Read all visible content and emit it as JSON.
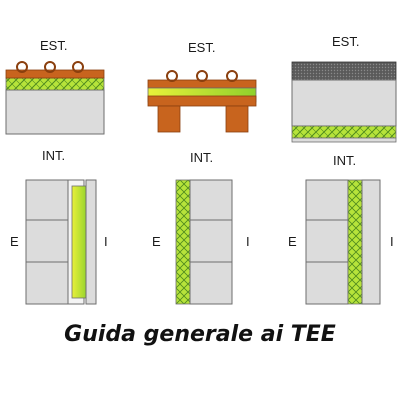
{
  "labels": {
    "est": "EST.",
    "int": "INT.",
    "left": "E",
    "right": "I"
  },
  "caption": "Guida generale ai TEE",
  "colors": {
    "insulation_green": "#9bdc2e",
    "insulation_yellow": "#e6f03a",
    "slab_gray": "#dcdcdc",
    "outline": "#6e6e6e",
    "roof_brown": "#c8641e",
    "cladding_dark": "#4a4a4a"
  }
}
